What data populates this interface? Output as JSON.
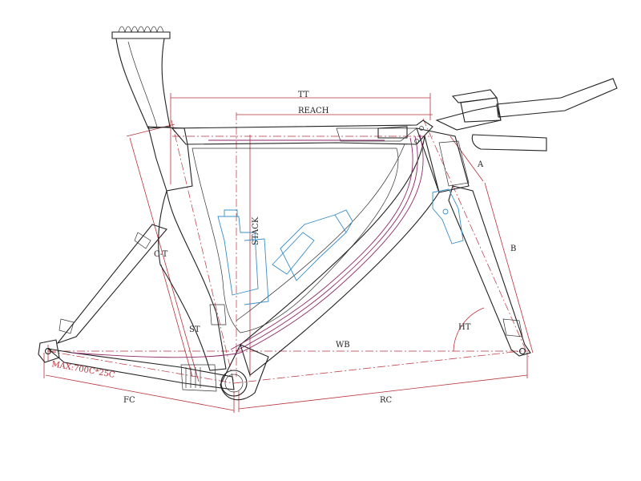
{
  "labels": {
    "tt": "TT",
    "reach": "REACH",
    "stack": "STACK",
    "a": "A",
    "b": "B",
    "ct": "C-T",
    "st": "ST",
    "wb": "WB",
    "ht": "HT",
    "fc": "FC",
    "rc": "RC",
    "tire_clearance": "MAX:700C*25C"
  },
  "colors": {
    "dimension": "#b8323a",
    "frame": "#222222",
    "cable": "#8e2a6a",
    "bottle": "#3a8ec4"
  }
}
